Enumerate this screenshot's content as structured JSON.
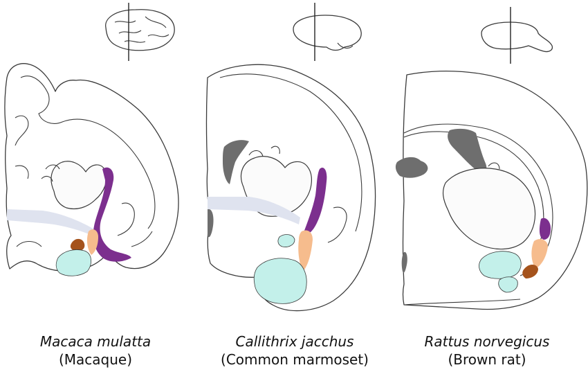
{
  "panels": [
    {
      "species": "Macaca mulatta",
      "common": "(Macaque)"
    },
    {
      "species": "Callithrix jacchus",
      "common": "(Common marmoset)"
    },
    {
      "species": "Rattus norvegicus",
      "common": "(Brown rat)"
    }
  ],
  "colors": {
    "purple": "#7c2f8e",
    "peach": "#f6bc8d",
    "brown": "#a5531c",
    "cyan": "#c3f0ea",
    "gray": "#6e6e6e",
    "lightblue": "#dfe3ef"
  }
}
